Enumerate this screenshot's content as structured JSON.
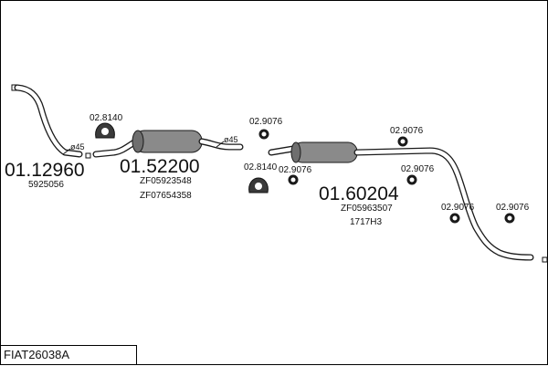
{
  "diagram_code": "FIAT26038A",
  "parts": {
    "front_pipe": {
      "number": "01.12960",
      "ref": "5925056",
      "diameter": "ø45"
    },
    "middle_silencer": {
      "number": "01.52200",
      "refs": [
        "ZF05923548",
        "ZF07654358"
      ],
      "diameter": "ø45"
    },
    "rear_silencer": {
      "number": "01.60204",
      "refs": [
        "ZF05963507",
        "1717H3"
      ]
    },
    "mount_1": {
      "number": "02.8140"
    },
    "mount_2": {
      "number": "02.8140"
    },
    "ring_1": {
      "number": "02.9076"
    },
    "ring_2": {
      "number": "02.9076"
    },
    "ring_3": {
      "number": "02.9076"
    },
    "ring_4": {
      "number": "02.9076"
    },
    "ring_5": {
      "number": "02.9076"
    },
    "ring_6": {
      "number": "02.9076"
    }
  }
}
